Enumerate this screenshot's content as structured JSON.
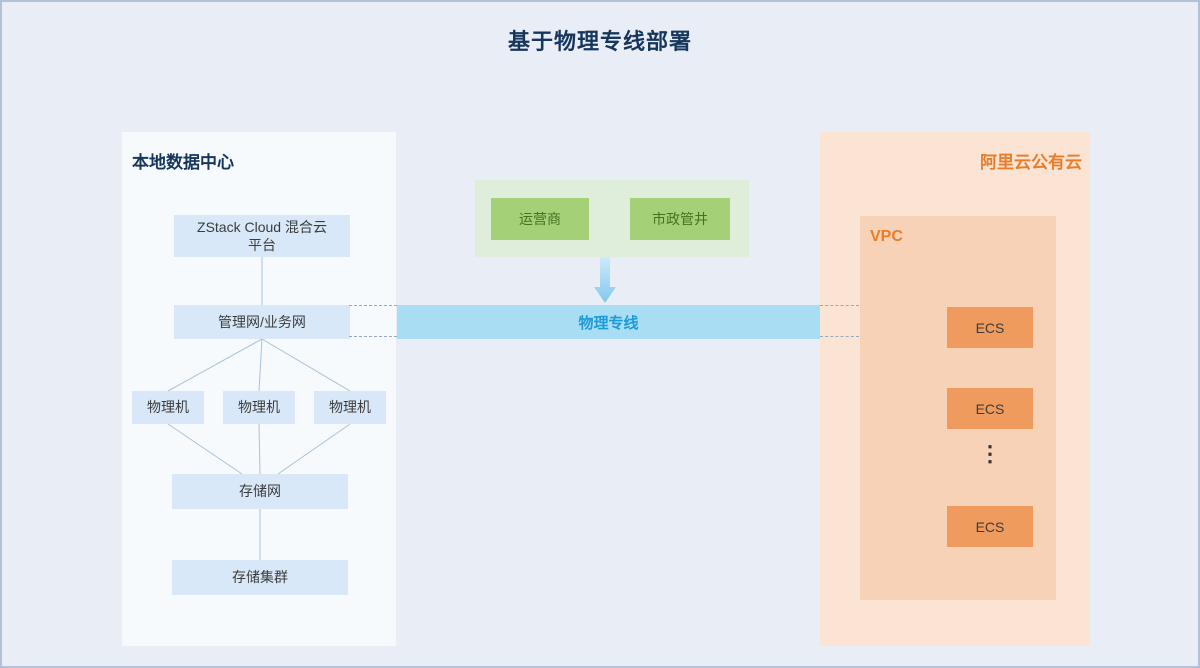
{
  "title": "基于物理专线部署",
  "local_dc": {
    "label": "本地数据中心",
    "zstack_line1": "ZStack Cloud 混合云",
    "zstack_line2": "平台",
    "mgmt_network": "管理网/业务网",
    "physical_machines": [
      "物理机",
      "物理机",
      "物理机"
    ],
    "storage_network": "存储网",
    "storage_cluster": "存储集群"
  },
  "line_entry": {
    "carrier": "运营商",
    "manhole": "市政管井"
  },
  "dedicated_line_label": "物理专线",
  "alicloud": {
    "label": "阿里云公有云",
    "vpc_label": "VPC",
    "ecs": [
      "ECS",
      "ECS",
      "ECS"
    ],
    "ellipsis": "⋮"
  },
  "colors": {
    "navy": "#16365c",
    "orange": "#e87e2b",
    "line_blue": "#1d9ad8",
    "green_text": "#47711f",
    "node_blue_bg": "#d9e8f8",
    "bar_blue_bg": "#a9ddf4",
    "green_bg": "#a4d078",
    "ecs_orange_bg": "#f09b5e"
  }
}
